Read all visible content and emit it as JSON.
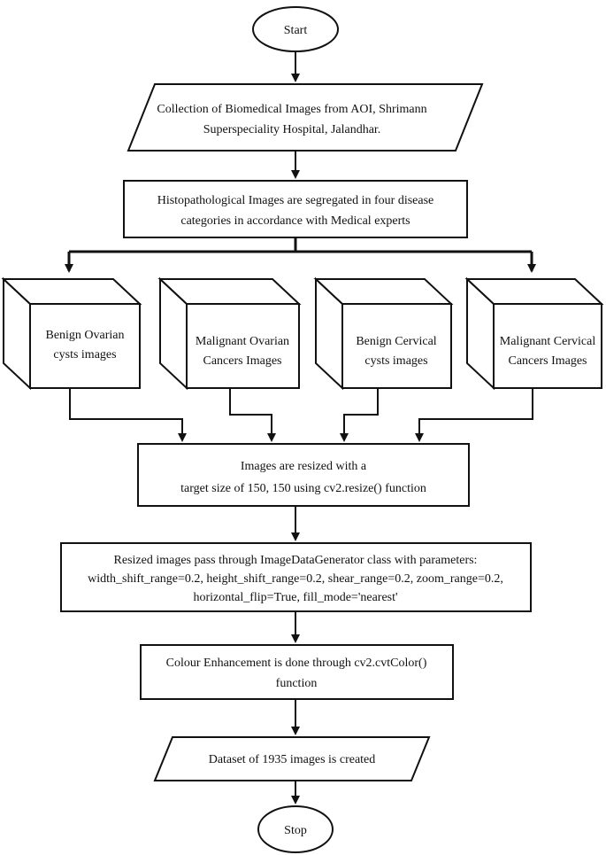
{
  "nodes": {
    "start": "Start",
    "collection": [
      "Collection of Biomedical Images from AOI, Shrimann",
      "Superspeciality Hospital, Jalandhar."
    ],
    "segregation": [
      "Histopathological Images are segregated in four disease",
      "categories in accordance with Medical experts"
    ],
    "categories": [
      [
        "Benign Ovarian",
        "cysts images"
      ],
      [
        "Malignant Ovarian",
        "Cancers Images"
      ],
      [
        "Benign Cervical",
        "cysts images"
      ],
      [
        "Malignant Cervical",
        "Cancers Images"
      ]
    ],
    "resize": [
      "Images are resized with a",
      "target size of 150, 150 using cv2.resize() function"
    ],
    "augment": [
      "Resized images pass through ImageDataGenerator class with parameters:",
      "width_shift_range=0.2, height_shift_range=0.2, shear_range=0.2, zoom_range=0.2,",
      "horizontal_flip=True,  fill_mode='nearest'"
    ],
    "enhance": [
      "Colour Enhancement is done through cv2.cvtColor()",
      "function"
    ],
    "dataset": "Dataset of 1935 images is created",
    "stop": "Stop"
  }
}
